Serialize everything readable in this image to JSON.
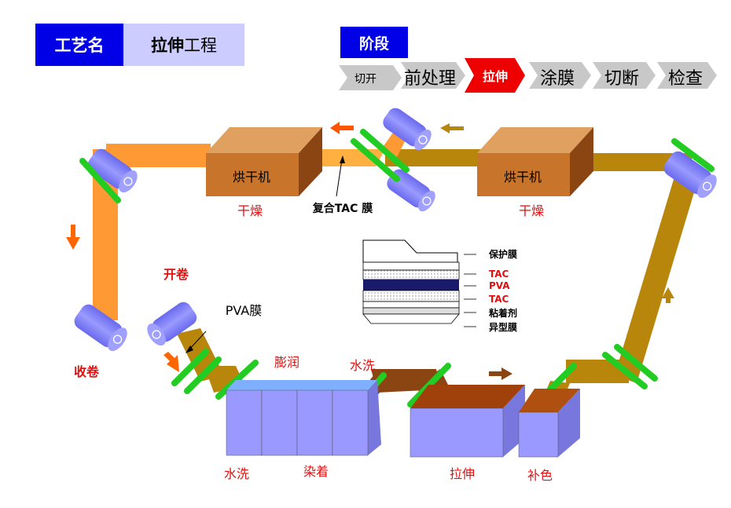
{
  "header": {
    "process_tag": "工艺名",
    "process_name_bold": "拉伸",
    "process_name_rest": "工程",
    "stage_tag": "阶段"
  },
  "stages": [
    {
      "label": "切开",
      "active": false
    },
    {
      "label": "前处理",
      "active": false
    },
    {
      "label": "拉伸",
      "active": true
    },
    {
      "label": "涂膜",
      "active": false
    },
    {
      "label": "切断",
      "active": false
    },
    {
      "label": "检查",
      "active": false
    }
  ],
  "diagram": {
    "dryer_left": "烘干机",
    "dryer_right": "烘干机",
    "dry_left": "干燥",
    "dry_right": "干燥",
    "composite_film": "复合TAC 膜",
    "unwind": "开卷",
    "windup": "收卷",
    "pva_film": "PVA膜",
    "swell": "膨润",
    "wash_top": "水洗",
    "wash_bottom": "水洗",
    "dye": "染着",
    "stretch": "拉伸",
    "color_fix": "补色",
    "layers": [
      {
        "label": "保护膜",
        "color": "#000000"
      },
      {
        "label": "TAC",
        "color": "#e01010"
      },
      {
        "label": "PVA",
        "color": "#e01010"
      },
      {
        "label": "TAC",
        "color": "#e01010"
      },
      {
        "label": "粘着剂",
        "color": "#000000"
      },
      {
        "label": "异型膜",
        "color": "#000000"
      }
    ]
  },
  "colors": {
    "accent_blue": "#0000e6",
    "light_blue": "#ccccff",
    "active_stage": "#ee0000",
    "stage_grey": "#c8c8c8",
    "orange_film": "#ff9933",
    "brown_film": "#b8860b",
    "dryer": "#c8742a",
    "roller": "#8080ff",
    "roller_band": "#22cc22",
    "tank": "#9999ff"
  }
}
